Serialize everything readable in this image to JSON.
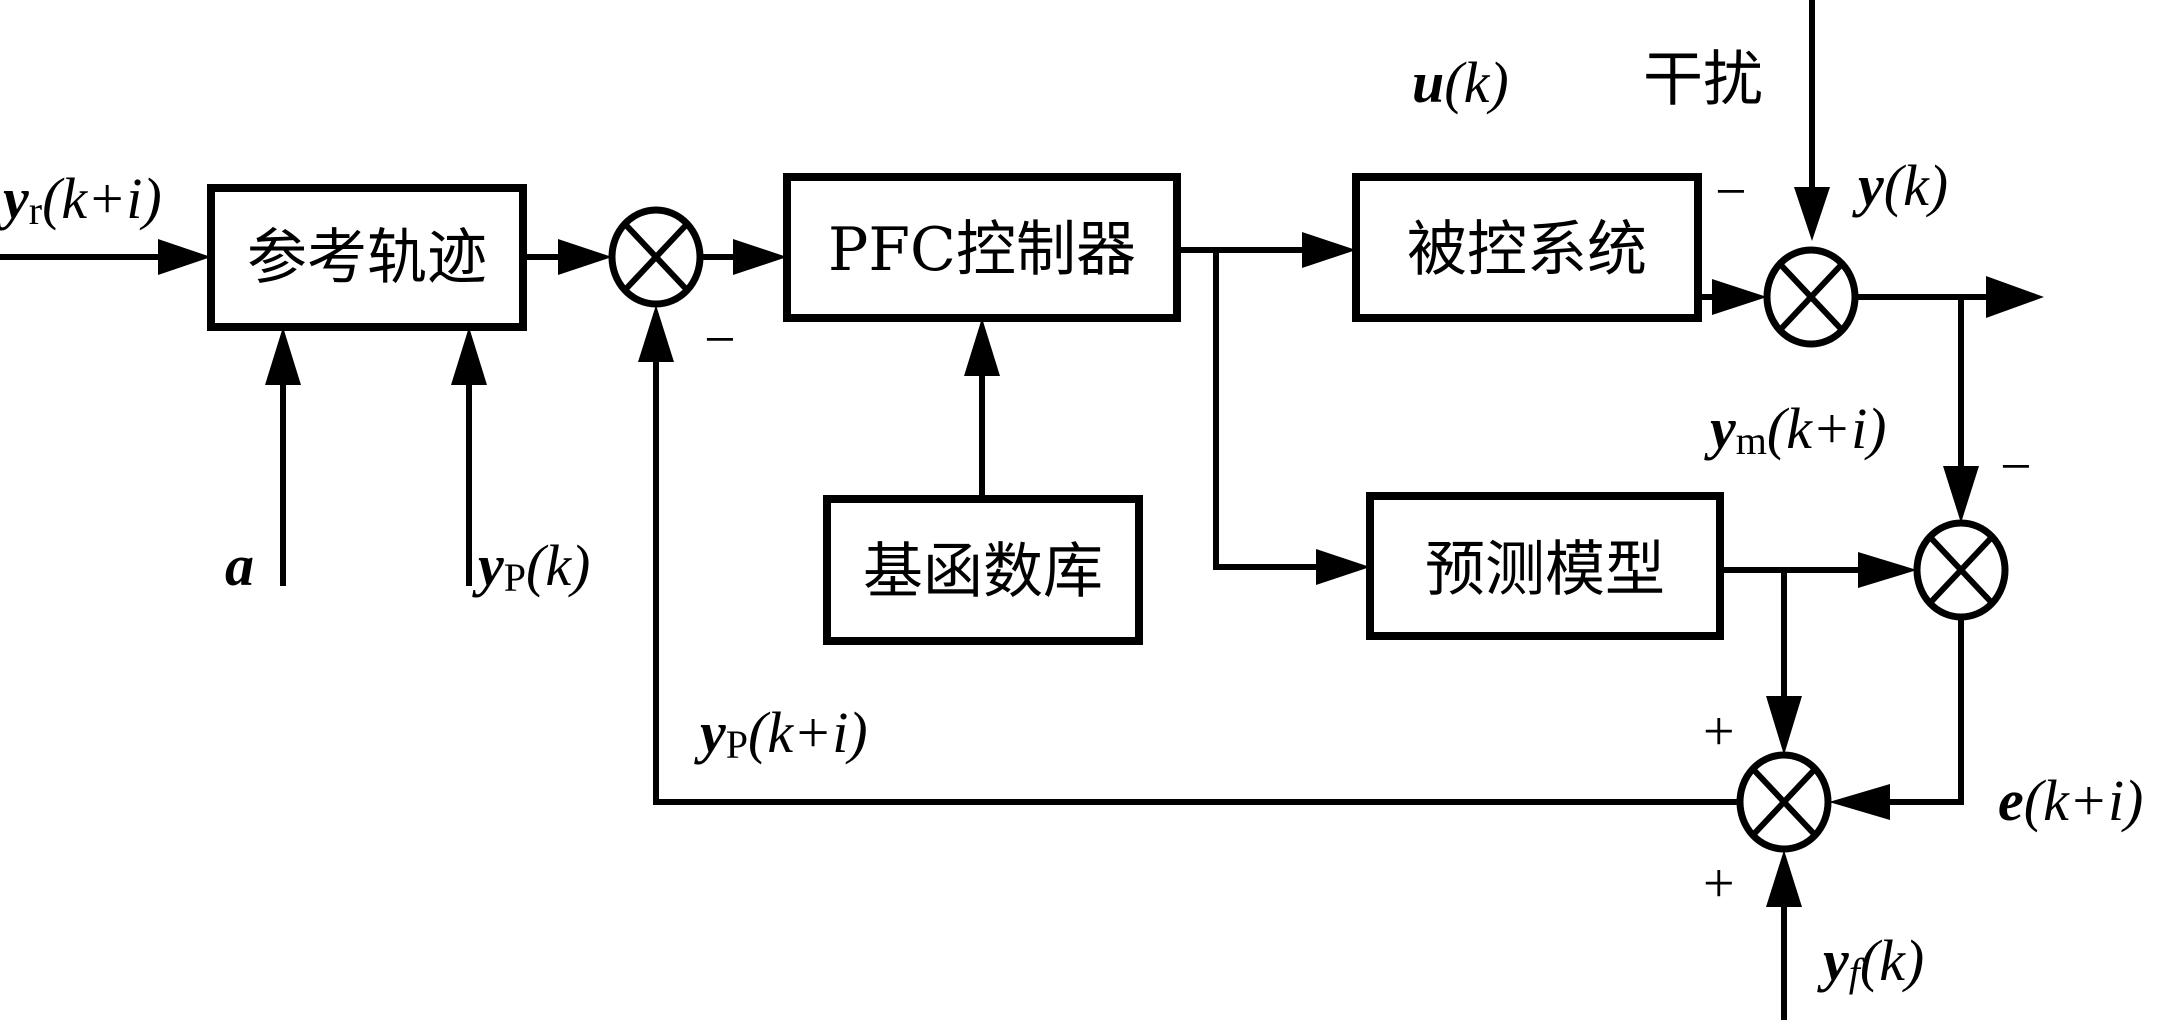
{
  "diagram": {
    "title": "PFC predictive functional control block diagram",
    "blocks": {
      "reference_trajectory": "参考轨迹",
      "pfc_controller": "PFC控制器",
      "controlled_system": "被控系统",
      "basis_function_library": "基函数库",
      "prediction_model": "预测模型"
    },
    "labels": {
      "disturbance": "干扰",
      "yr": {
        "main": "y",
        "sub": "r",
        "arg": "(k+i)"
      },
      "u": {
        "main": "u",
        "arg": "(k)"
      },
      "y": {
        "main": "y",
        "arg": "(k)"
      },
      "a": "a",
      "yp_k": {
        "main": "y",
        "sub": "P",
        "arg": "(k)"
      },
      "yp_ki": {
        "main": "y",
        "sub": "P",
        "arg": "(k+i)"
      },
      "ym": {
        "main": "y",
        "sub": "m",
        "arg": "(k+i)"
      },
      "e": {
        "main": "e",
        "arg": "(k+i)"
      },
      "yf": {
        "main": "y",
        "sub": "f",
        "arg": "(k)"
      }
    },
    "signs": {
      "sum1_bottom": "−",
      "sum2_left": "−",
      "sum3_top": "−",
      "sum4_top": "+",
      "sum4_bottom": "+"
    }
  }
}
